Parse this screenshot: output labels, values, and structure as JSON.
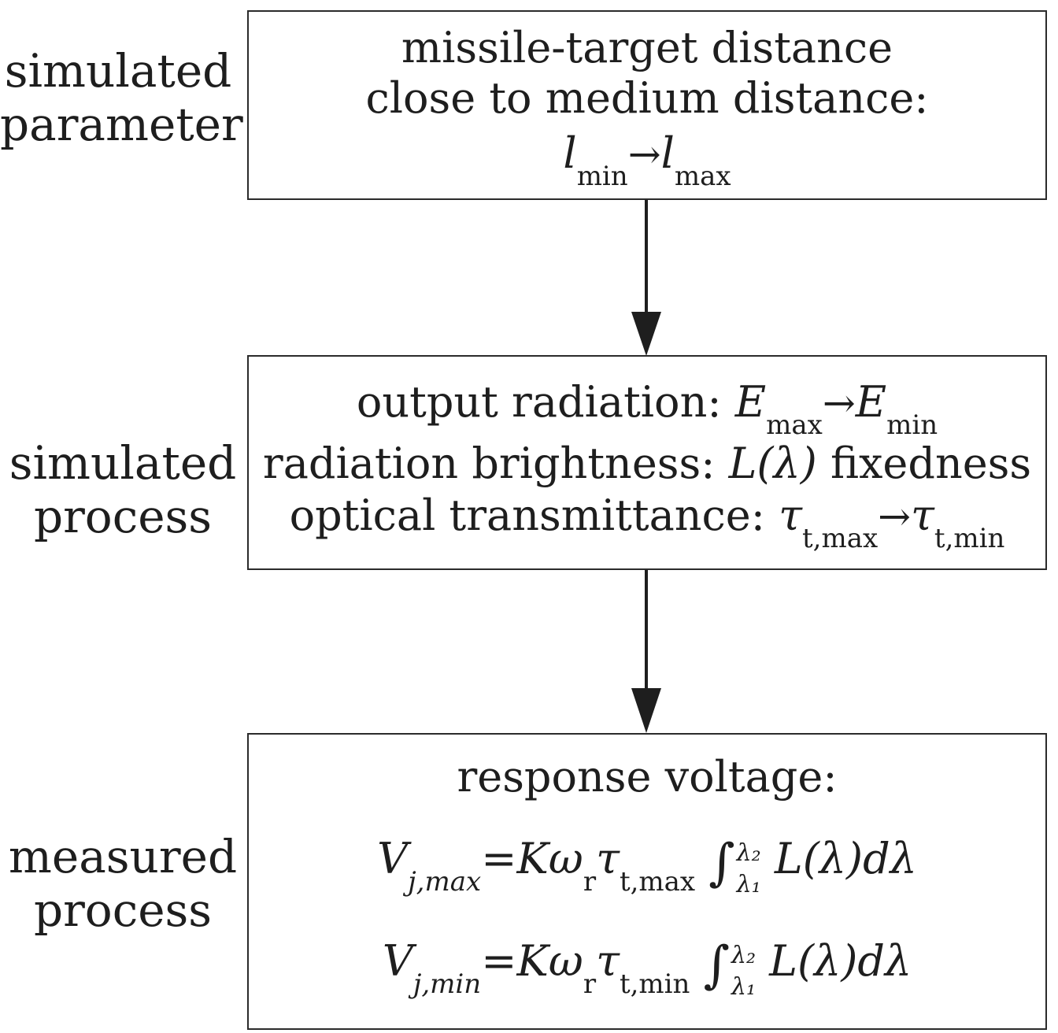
{
  "side_labels": {
    "parameter": [
      "simulated",
      "parameter"
    ],
    "process": [
      "simulated",
      "process"
    ],
    "measured": [
      "measured",
      "process"
    ]
  },
  "box1": {
    "line1": "missile-target distance",
    "line2": "close to medium distance:",
    "l_sym": "l",
    "l_min_sub": "min",
    "arrow": "→",
    "l_max_sub": "max"
  },
  "box2": {
    "line1_label": "output radiation: ",
    "E": "E",
    "E_max_sub": "max",
    "E_min_sub": "min",
    "line2_label": "radiation brightness: ",
    "L_lambda": "L(λ)",
    "line2_tail": " fixedness",
    "line3_label": "optical transmittance: ",
    "tau": "τ",
    "tau_max_sub": "t,max",
    "tau_min_sub": "t,min",
    "arrow": "→"
  },
  "box3": {
    "title": "response voltage:",
    "V": "V",
    "V_max_sub": "j,max",
    "V_min_sub": "j,min",
    "equals": "=",
    "K_omega": "Kω",
    "r_sub": "r",
    "tau": "τ",
    "tau_max_sub": "t,max",
    "tau_min_sub": "t,min",
    "integral": "∫",
    "upper_limit": "λ₂",
    "lower_limit": "λ₁",
    "integrand": "L(λ)dλ"
  }
}
